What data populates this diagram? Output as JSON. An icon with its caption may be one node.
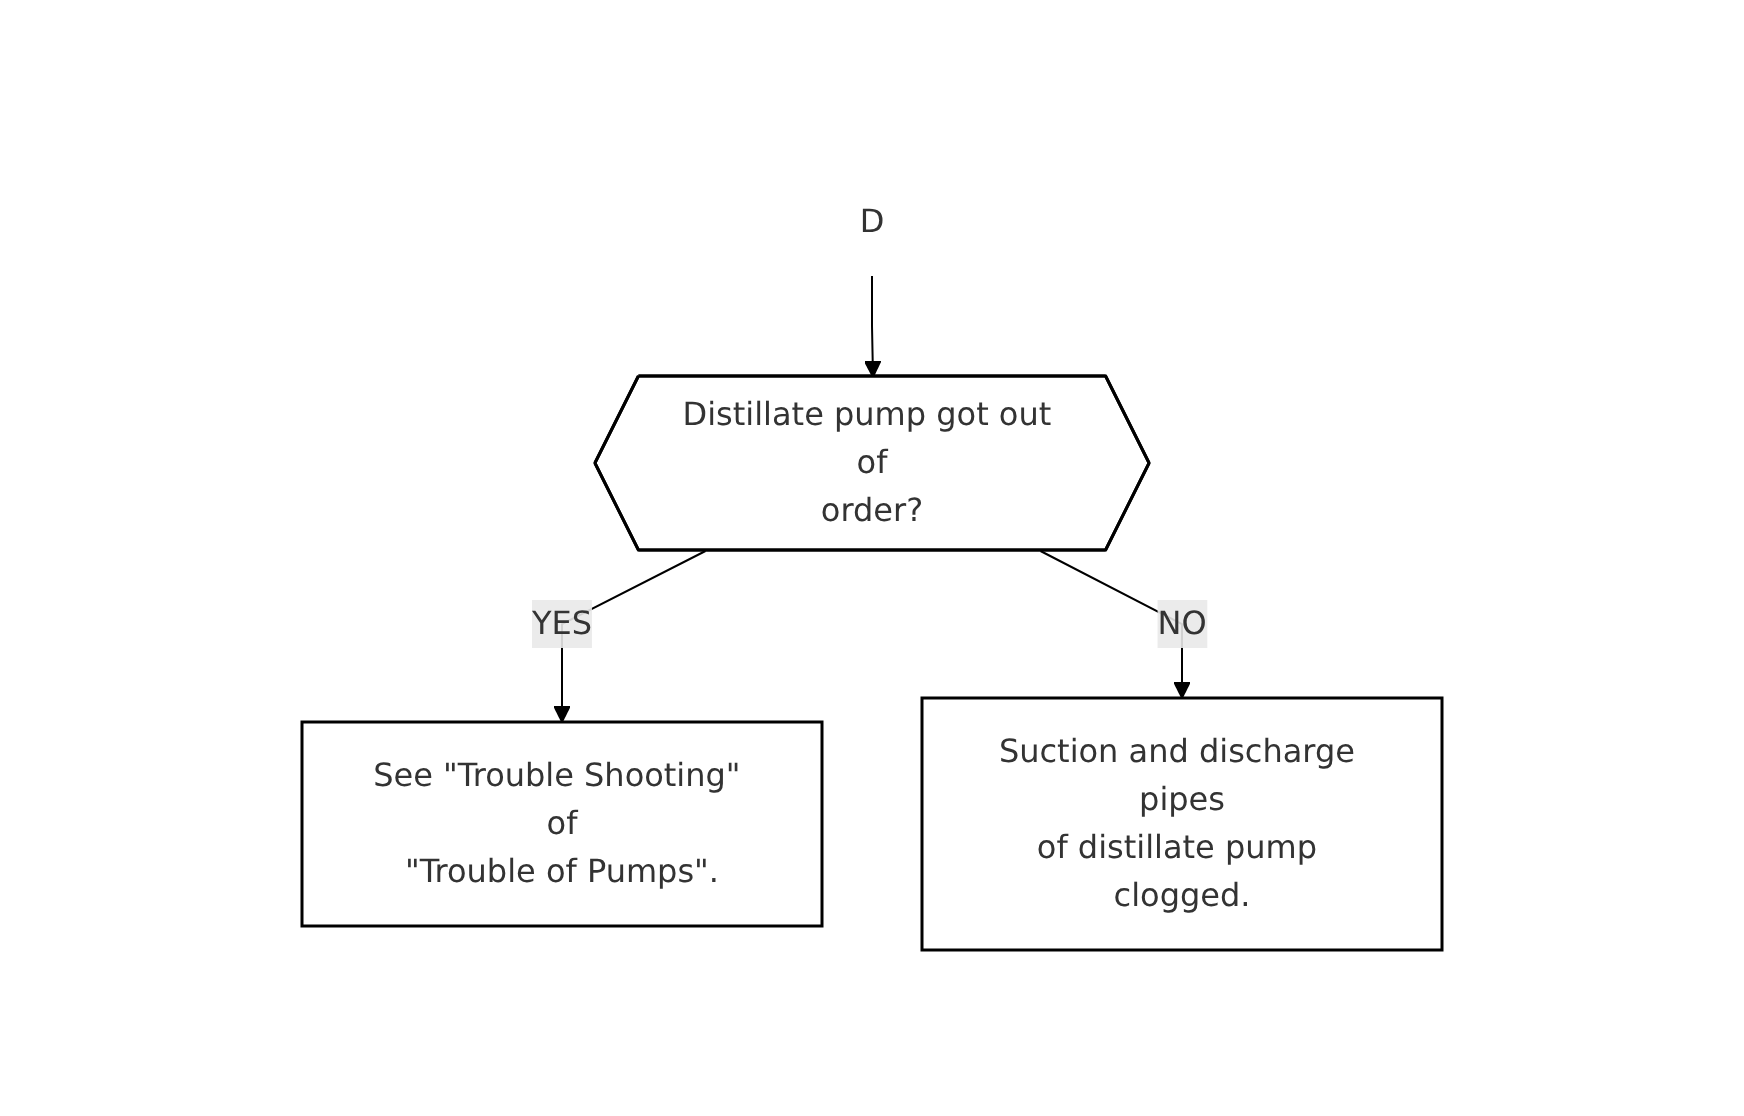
{
  "diagram": {
    "nodes": [
      {
        "text": [
          "D"
        ]
      },
      {
        "text": [
          "Distillate pump got out of order?"
        ]
      },
      {
        "text": [
          "See \"Trouble Shooting\" of \"Trouble of Pumps\"."
        ]
      },
      {
        "text": [
          "Suction and discharge pipes of distillate pump clogged."
        ]
      }
    ],
    "edges": [
      {
        "from": 0,
        "to": 1,
        "arrow": "to"
      },
      {
        "from": 1,
        "to": 2,
        "label": "YES",
        "arrow": "to"
      },
      {
        "from": 1,
        "to": 3,
        "label": "NO",
        "arrow": "to"
      }
    ]
  }
}
